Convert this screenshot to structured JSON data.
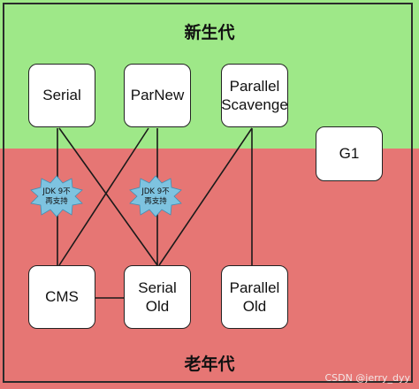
{
  "regions": {
    "young_title": "新生代",
    "old_title": "老年代"
  },
  "collectors": {
    "serial": "Serial",
    "parnew": "ParNew",
    "parallel_scavenge": "Parallel\nScavenge",
    "g1": "G1",
    "cms": "CMS",
    "serial_old": "Serial\nOld",
    "parallel_old": "Parallel\nOld"
  },
  "badges": {
    "left": "JDK 9不\n再支持",
    "right": "JDK 9不\n再支持"
  },
  "watermark": "CSDN @jerry_dyy",
  "colors": {
    "young_generation": "#9ee888",
    "old_generation": "#e67674",
    "badge": "#7ec3e0"
  }
}
